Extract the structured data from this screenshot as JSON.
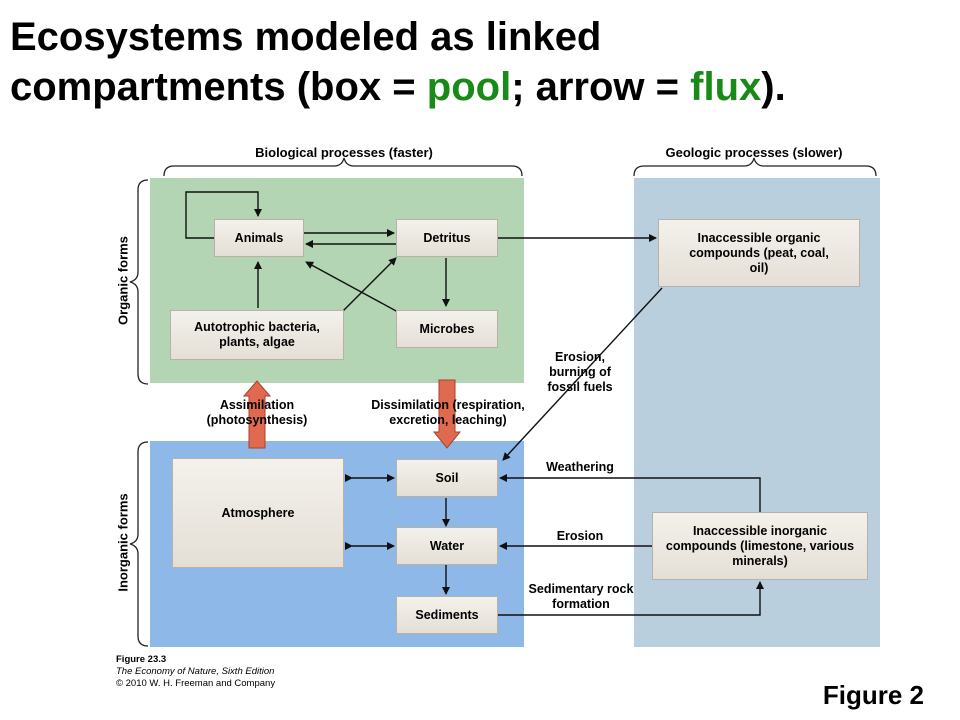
{
  "title": {
    "line1": "Ecosystems modeled as linked",
    "line2_part1": "compartments (box = ",
    "pool_word": "pool",
    "line2_part2": "; arrow = ",
    "flux_word": "flux",
    "line2_part3": ")."
  },
  "brackets": {
    "biological": "Biological processes (faster)",
    "geologic": "Geologic processes (slower)",
    "organic": "Organic forms",
    "inorganic": "Inorganic forms"
  },
  "pools": {
    "animals": "Animals",
    "detritus": "Detritus",
    "autotrophs": "Autotrophic bacteria, plants, algae",
    "microbes": "Microbes",
    "inaccessible_organic": "Inaccessible organic compounds (peat, coal, oil)",
    "atmosphere": "Atmosphere",
    "soil": "Soil",
    "water": "Water",
    "sediments": "Sediments",
    "inaccessible_inorganic": "Inaccessible inorganic compounds (limestone, various minerals)"
  },
  "fluxes": {
    "assimilation": "Assimilation (photosynthesis)",
    "dissimilation": "Dissimilation (respiration, excretion, leaching)",
    "erosion_fossil": "Erosion, burning of fossil fuels",
    "weathering": "Weathering",
    "erosion": "Erosion",
    "sedimentary": "Sedimentary rock formation"
  },
  "credit": {
    "figure": "Figure 23.3",
    "book": "The Economy of Nature, Sixth Edition",
    "copyright": "© 2010 W. H. Freeman and Company"
  },
  "figure_label": "Figure 2",
  "colors": {
    "organic_panel": "#b3d5b3",
    "inorganic_panel": "#8db8e8",
    "geologic_panel": "#b9cfdd",
    "title_highlight": "#178a17",
    "flux_arrow": "#e06a50"
  }
}
